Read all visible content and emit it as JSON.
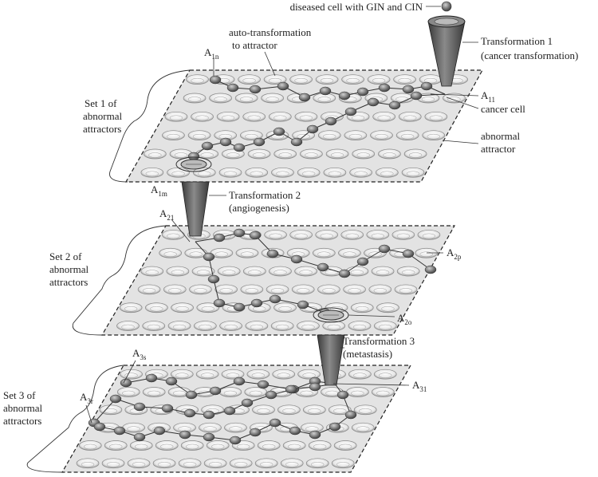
{
  "labels": {
    "diseased_cell": "diseased cell with GIN and CIN",
    "transformation1_line1": "Transformation 1",
    "transformation1_line2": "(cancer transformation)",
    "auto_transformation_line1": "auto-transformation",
    "auto_transformation_line2": "to attractor",
    "cancer_cell": "cancer cell",
    "abnormal_attractor_line1": "abnormal",
    "abnormal_attractor_line2": "attractor",
    "transformation2_line1": "Transformation 2",
    "transformation2_line2": "(angiogenesis)",
    "transformation3_line1": "Transformation 3",
    "transformation3_line2": "(metastasis)"
  },
  "sets": [
    {
      "line1": "Set 1 of",
      "line2": "abnormal",
      "line3": "attractors"
    },
    {
      "line1": "Set 2 of",
      "line2": "abnormal",
      "line3": "attractors"
    },
    {
      "line1": "Set 3 of",
      "line2": "abnormal",
      "line3": "attractors"
    }
  ],
  "attractor_labels": {
    "A1n": {
      "base": "A",
      "sub": "1n"
    },
    "A11": {
      "base": "A",
      "sub": "11"
    },
    "A1m": {
      "base": "A",
      "sub": "1m"
    },
    "A21": {
      "base": "A",
      "sub": "21"
    },
    "A2p": {
      "base": "A",
      "sub": "2p"
    },
    "A2o": {
      "base": "A",
      "sub": "2o"
    },
    "A3s": {
      "base": "A",
      "sub": "3s"
    },
    "A3r": {
      "base": "A",
      "sub": "3r"
    },
    "A31": {
      "base": "A",
      "sub": "31"
    }
  },
  "colors": {
    "plane_fill": "#e3e3e3",
    "plane_border": "#222222",
    "funnel": "#555555",
    "cell": "#777777"
  }
}
